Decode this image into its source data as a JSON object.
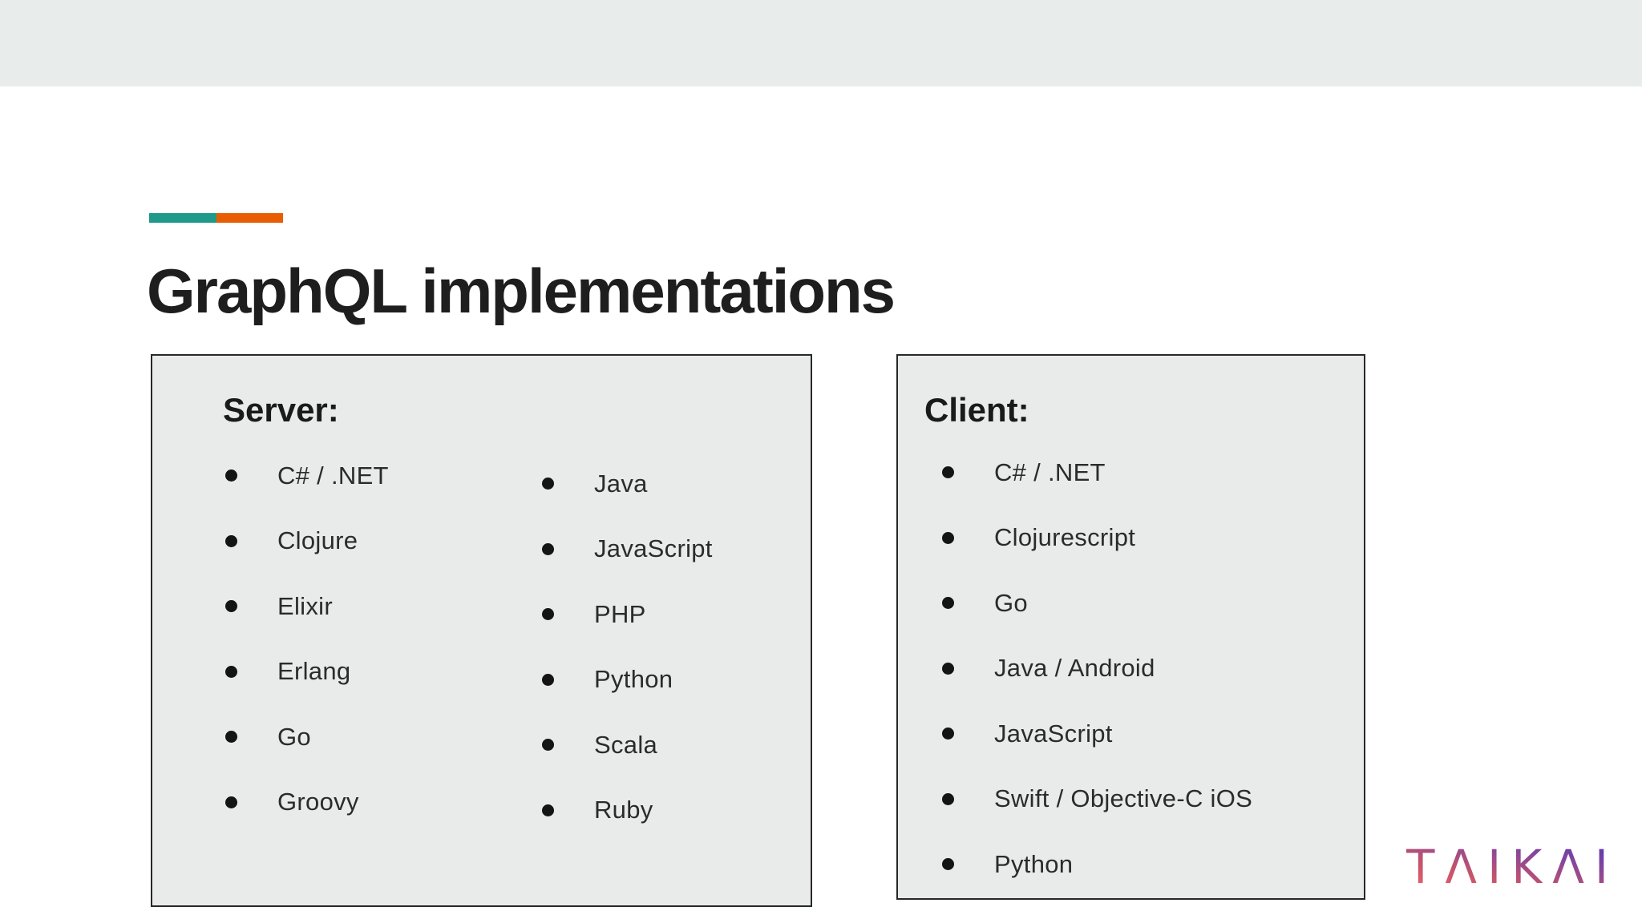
{
  "slide": {
    "title": "GraphQL implementations"
  },
  "accent_bar": {
    "teal_color": "#1f998a",
    "orange_color": "#e85d04"
  },
  "server_panel": {
    "heading": "Server:",
    "column1": [
      "C# / .NET",
      "Clojure",
      "Elixir",
      "Erlang",
      "Go",
      "Groovy"
    ],
    "column2": [
      "Java",
      "JavaScript",
      "PHP",
      "Python",
      "Scala",
      "Ruby"
    ]
  },
  "client_panel": {
    "heading": "Client:",
    "items": [
      "C# / .NET",
      "Clojurescript",
      "Go",
      "Java / Android",
      "JavaScript",
      "Swift / Objective-C iOS",
      "Python"
    ]
  },
  "logo": {
    "text": "TAIKAI",
    "display_text": "TΛIKΛI",
    "gradient_from": "#f2606a",
    "gradient_to": "#5138b9"
  }
}
